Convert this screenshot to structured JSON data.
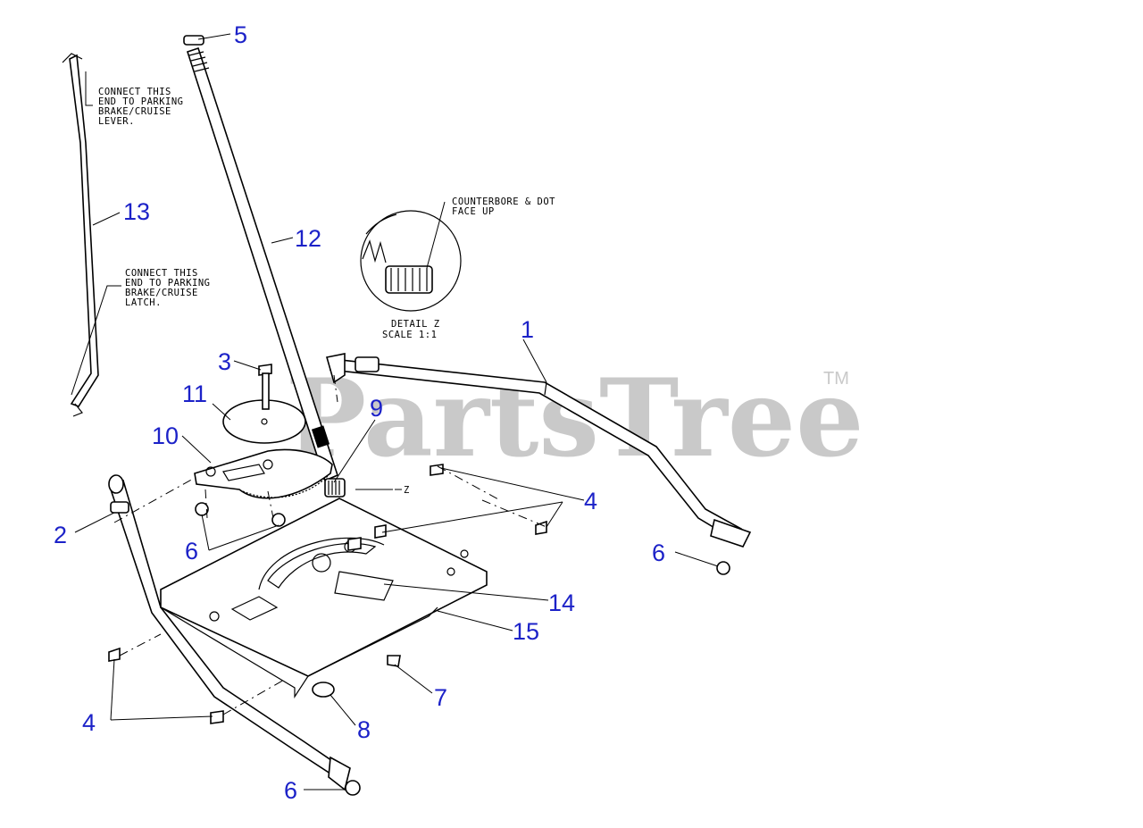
{
  "watermark": {
    "brand": "PartsTree",
    "trademark": "TM"
  },
  "notes": {
    "rod_13_top": [
      "CONNECT THIS",
      "END TO PARKING",
      "BRAKE/CRUISE",
      "LEVER."
    ],
    "rod_13_bottom": [
      "CONNECT THIS",
      "END TO PARKING",
      "BRAKE/CRUISE",
      "LATCH."
    ],
    "detail_z": [
      "COUNTERBORE & DOT",
      "FACE UP"
    ],
    "detail_caption": [
      "DETAIL Z",
      "SCALE 1:1"
    ],
    "z_marker": "Z"
  },
  "callouts": {
    "c1": "1",
    "c2": "2",
    "c3": "3",
    "c4a": "4",
    "c4b": "4",
    "c5": "5",
    "c6a": "6",
    "c6b": "6",
    "c6c": "6",
    "c7": "7",
    "c8": "8",
    "c9": "9",
    "c10": "10",
    "c11": "11",
    "c12": "12",
    "c13": "13",
    "c14": "14",
    "c15": "15"
  },
  "colors": {
    "callout": "#1c22c8",
    "watermark": "#c9c9c9",
    "line": "#000000"
  }
}
